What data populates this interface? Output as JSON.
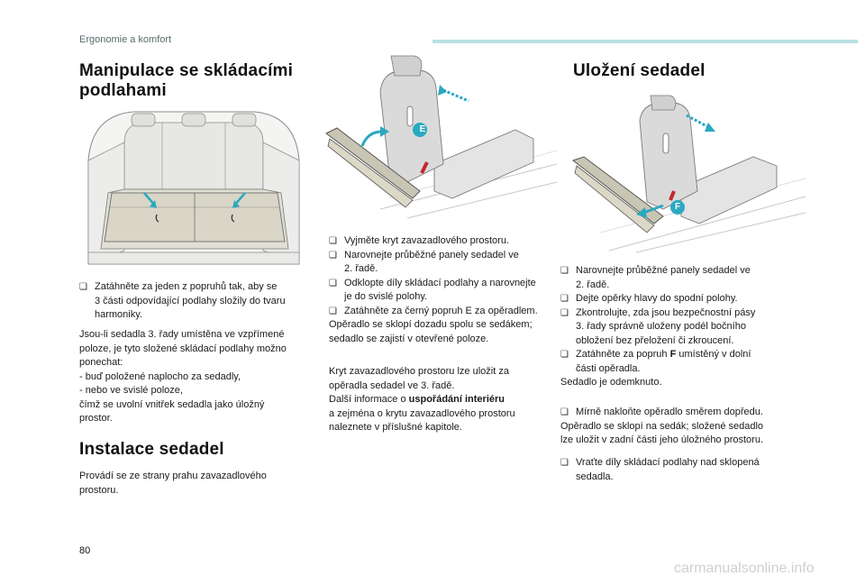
{
  "header": {
    "section": "Ergonomie a komfort"
  },
  "page_number": "80",
  "watermark": "carmanualsonline.info",
  "colors": {
    "accent": "#b9e0e2",
    "arrow": "#2aa9c0",
    "strap": "#c0282e"
  },
  "col1": {
    "title_line1": "Manipulace se skládacími",
    "title_line2": "podlahami",
    "bullet1_line1": "Zatáhněte za jeden z popruhů tak, aby se",
    "bullet1_line2": "3 části odpovídající podlahy složily do tvaru",
    "bullet1_line3": "harmoniky.",
    "p1": [
      "Jsou-li sedadla 3. řady umístěna ve vzpřímené",
      "poloze, je tyto složené skládací podlahy možno",
      "ponechat:",
      "-   buď položené naplocho za sedadly,",
      "-   nebo ve svislé poloze,",
      "čímž se uvolní vnitřek sedadla jako úložný",
      "prostor."
    ],
    "title2": "Instalace sedadel",
    "p2": [
      "Provádí se ze strany prahu zavazadlového",
      "prostoru."
    ]
  },
  "col2": {
    "label_e": "E",
    "b1": "Vyjměte kryt zavazadlového prostoru.",
    "b2_l1": "Narovnejte průběžné panely sedadel ve",
    "b2_l2": "2. řadě.",
    "b3_l1": "Odklopte díly skládací podlahy a narovnejte",
    "b3_l2": "je do svislé polohy.",
    "b4": "Zatáhněte za černý popruh E za opěradlem.",
    "p1_l1": "Opěradlo se sklopí dozadu spolu se sedákem;",
    "p1_l2": "sedadlo se zajistí v otevřené poloze.",
    "p2_l1": "Kryt zavazadlového prostoru lze uložit za",
    "p2_l2": "opěradla sedadel ve 3. řadě.",
    "p2_l3_pre": "Další informace o ",
    "p2_l3_bold": "uspořádání interiéru",
    "p2_l4": "a zejména o krytu zavazadlového prostoru",
    "p2_l5": "naleznete v příslušné kapitole."
  },
  "col3": {
    "title": "Uložení sedadel",
    "label_f": "F",
    "b1_l1": "Narovnejte průběžné panely sedadel ve",
    "b1_l2": "2. řadě.",
    "b2": "Dejte opěrky hlavy do spodní polohy.",
    "b3_l1": "Zkontrolujte, zda jsou bezpečnostní pásy",
    "b3_l2": "3. řady správně uloženy podél bočního",
    "b3_l3": "obložení bez přeložení či zkroucení.",
    "b4_l1_pre": "Zatáhněte za popruh ",
    "b4_l1_bold": "F",
    "b4_l1_post": " umístěný v dolní",
    "b4_l2": "části opěradla.",
    "p1": "Sedadlo je odemknuto.",
    "b5": "Mírně nakloňte opěradlo směrem dopředu.",
    "p2_l1": "Opěradlo se sklopí na sedák; složené sedadlo",
    "p2_l2": "lze uložit v zadní části jeho úložného prostoru.",
    "b6_l1": "Vraťte díly skládací podlahy nad sklopená",
    "b6_l2": "sedadla."
  }
}
